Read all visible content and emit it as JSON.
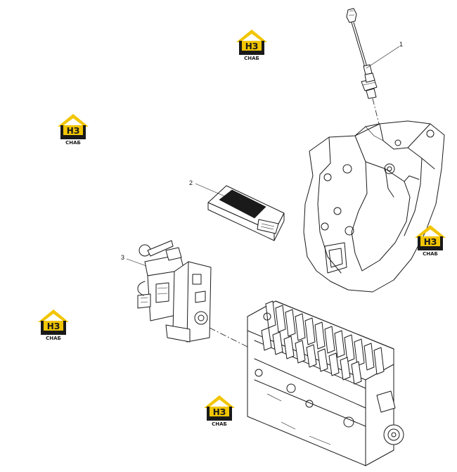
{
  "callouts": [
    {
      "number": "1",
      "part": "sensor"
    },
    {
      "number": "2",
      "part": "control-module"
    },
    {
      "number": "3",
      "part": "actuator"
    }
  ],
  "watermark": {
    "letters": "НЗ",
    "caption": "СНАБ",
    "colors": {
      "roof": "#f2c500",
      "body": "#1a1a1a",
      "text": "#ffffff"
    }
  }
}
